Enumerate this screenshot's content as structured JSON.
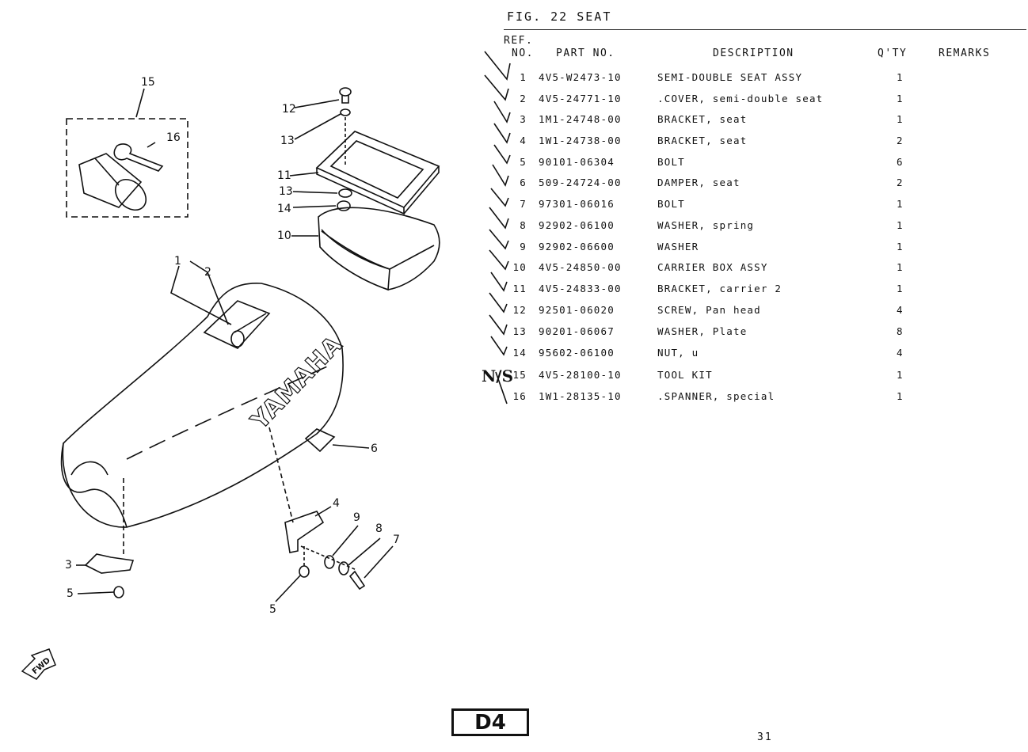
{
  "figure": {
    "title": "FIG. 22 SEAT"
  },
  "columns": {
    "ref_line1": "REF.",
    "ref_line2": "NO.",
    "part_no": "PART NO.",
    "description": "DESCRIPTION",
    "qty": "Q'TY",
    "remarks": "REMARKS"
  },
  "parts": [
    {
      "ref": "1",
      "part": "4V5-W2473-10",
      "desc": "SEMI-DOUBLE SEAT ASSY",
      "qty": "1"
    },
    {
      "ref": "2",
      "part": "4V5-24771-10",
      "desc": ".COVER, semi-double seat",
      "qty": "1"
    },
    {
      "ref": "3",
      "part": "1M1-24748-00",
      "desc": "BRACKET, seat",
      "qty": "1"
    },
    {
      "ref": "4",
      "part": "1W1-24738-00",
      "desc": "BRACKET, seat",
      "qty": "2"
    },
    {
      "ref": "5",
      "part": "90101-06304",
      "desc": "BOLT",
      "qty": "6"
    },
    {
      "ref": "6",
      "part": "509-24724-00",
      "desc": "DAMPER, seat",
      "qty": "2"
    },
    {
      "ref": "7",
      "part": "97301-06016",
      "desc": "BOLT",
      "qty": "1"
    },
    {
      "ref": "8",
      "part": "92902-06100",
      "desc": "WASHER, spring",
      "qty": "1"
    },
    {
      "ref": "9",
      "part": "92902-06600",
      "desc": "WASHER",
      "qty": "1"
    },
    {
      "ref": "10",
      "part": "4V5-24850-00",
      "desc": "CARRIER BOX ASSY",
      "qty": "1"
    },
    {
      "ref": "11",
      "part": "4V5-24833-00",
      "desc": "BRACKET, carrier 2",
      "qty": "1"
    },
    {
      "ref": "12",
      "part": "92501-06020",
      "desc": "SCREW, Pan head",
      "qty": "4"
    },
    {
      "ref": "13",
      "part": "90201-06067",
      "desc": "WASHER, Plate",
      "qty": "8"
    },
    {
      "ref": "14",
      "part": "95602-06100",
      "desc": "NUT, u",
      "qty": "4"
    },
    {
      "ref": "15",
      "part": "4V5-28100-10",
      "desc": "TOOL KIT",
      "qty": "1"
    },
    {
      "ref": "16",
      "part": "1W1-28135-10",
      "desc": ".SPANNER, special",
      "qty": "1"
    }
  ],
  "diagram": {
    "callouts": [
      "1",
      "2",
      "3",
      "4",
      "5",
      "5",
      "6",
      "7",
      "8",
      "9",
      "10",
      "11",
      "12",
      "13",
      "13",
      "14",
      "15",
      "16"
    ],
    "seat_logo": "YAMAHA",
    "fwd_label": "FWD"
  },
  "handwritten_mark": "N/S",
  "page_code": "D4",
  "page_number": "31"
}
